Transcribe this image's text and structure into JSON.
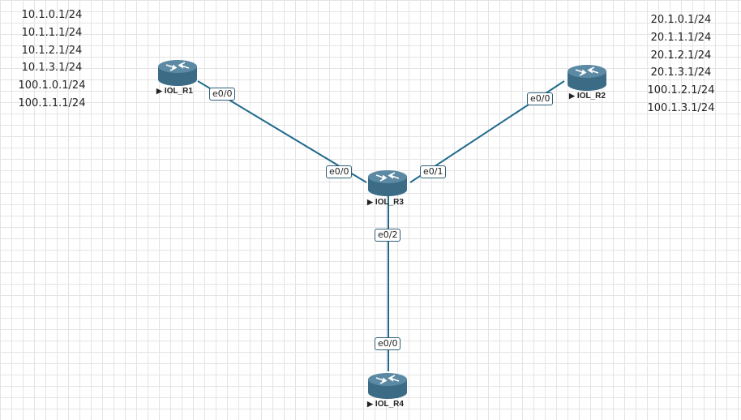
{
  "annotations": {
    "left": [
      "10.1.0.1/24",
      "10.1.1.1/24",
      "10.1.2.1/24",
      "10.1.3.1/24",
      "100.1.0.1/24",
      "100.1.1.1/24"
    ],
    "right": [
      "20.1.0.1/24",
      "20.1.1.1/24",
      "20.1.2.1/24",
      "20.1.3.1/24",
      "100.1.2.1/24",
      "100.1.3.1/24"
    ]
  },
  "nodes": {
    "r1": {
      "name": "IOL_R1"
    },
    "r2": {
      "name": "IOL_R2"
    },
    "r3": {
      "name": "IOL_R3"
    },
    "r4": {
      "name": "IOL_R4"
    }
  },
  "links": {
    "r1_r3": {
      "a_iface": "e0/0",
      "b_iface": "e0/0"
    },
    "r2_r3": {
      "a_iface": "e0/0",
      "b_iface": "e0/1"
    },
    "r3_r4": {
      "a_iface": "e0/2",
      "b_iface": "e0/0"
    }
  },
  "colors": {
    "link": "#1f6a8c",
    "router_body": "#3b6b85",
    "router_top": "#5c8aa4"
  },
  "play_glyph": "▶",
  "icons": {
    "router": "router-icon"
  }
}
